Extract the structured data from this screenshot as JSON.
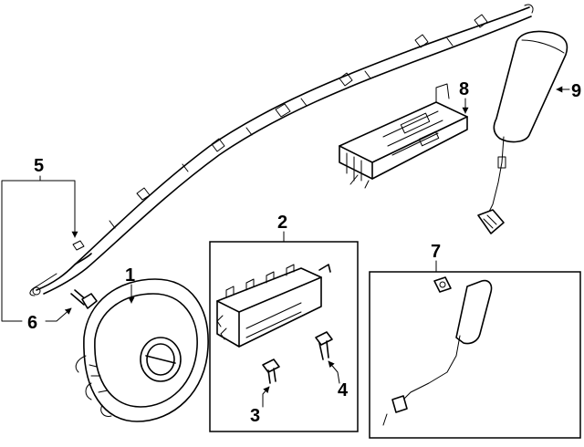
{
  "callouts": [
    {
      "id": "1",
      "label": "1",
      "part": "driver-airbag-module"
    },
    {
      "id": "2",
      "label": "2",
      "part": "passenger-airbag-module"
    },
    {
      "id": "3",
      "label": "3",
      "part": "bolt"
    },
    {
      "id": "4",
      "label": "4",
      "part": "bolt"
    },
    {
      "id": "5",
      "label": "5",
      "part": "curtain-airbag"
    },
    {
      "id": "6",
      "label": "6",
      "part": "bolt"
    },
    {
      "id": "7",
      "label": "7",
      "part": "knee-airbag"
    },
    {
      "id": "8",
      "label": "8",
      "part": "sensor-module"
    },
    {
      "id": "9",
      "label": "9",
      "part": "seat-airbag"
    }
  ]
}
